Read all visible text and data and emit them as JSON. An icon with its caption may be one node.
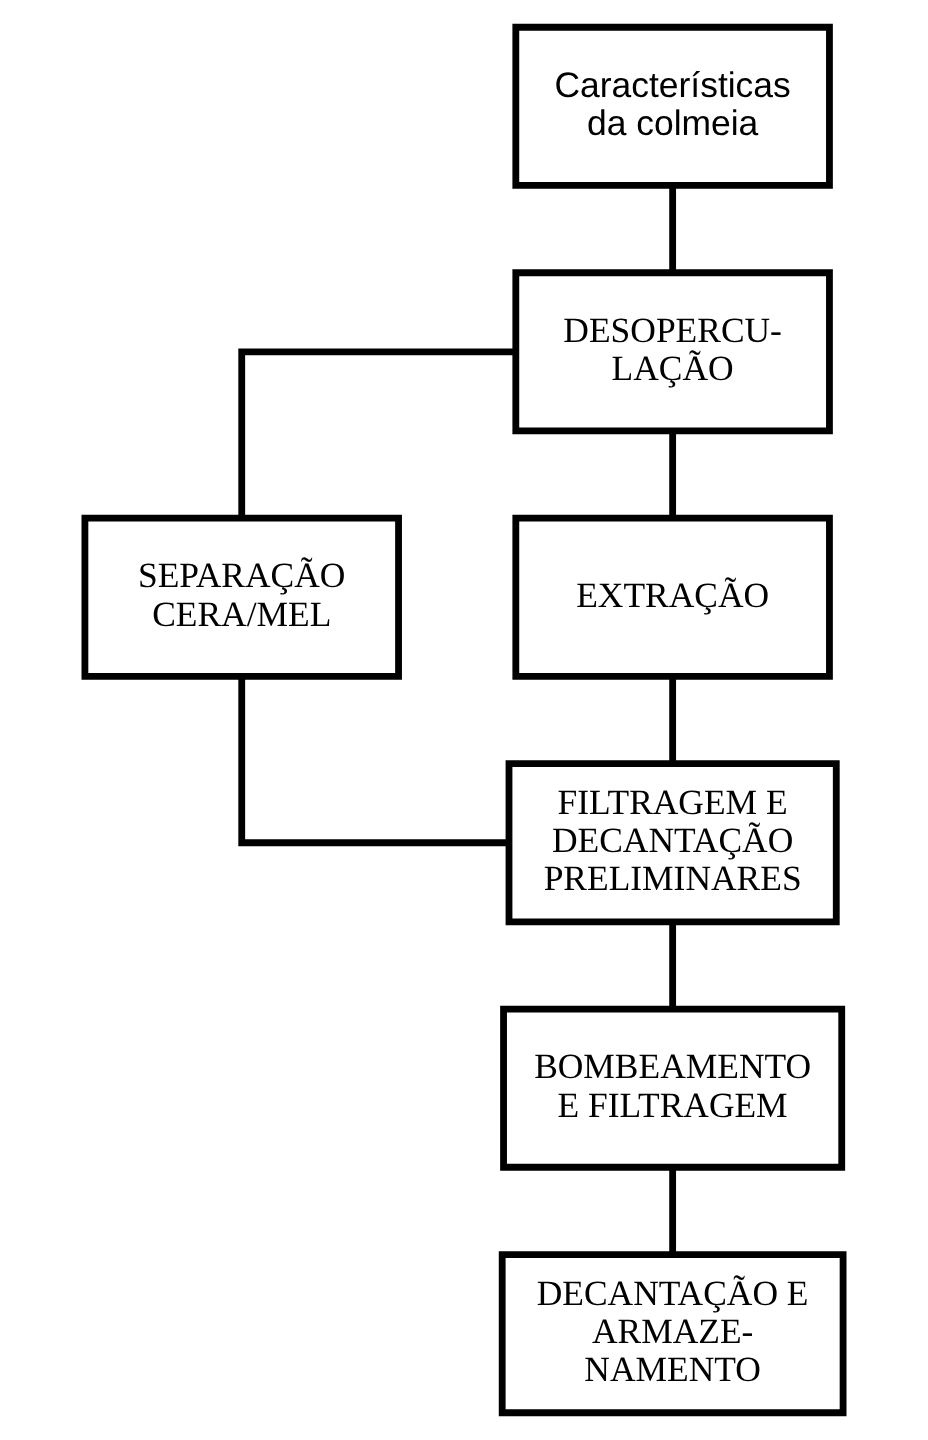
{
  "diagram": {
    "nodes": [
      {
        "text": [
          "Características da colmeia"
        ]
      },
      {
        "text": [
          "DESOPERCU- LAÇÃO"
        ]
      },
      {
        "text": [
          "SEPARAÇÃO CERA/MEL"
        ]
      },
      {
        "text": [
          "EXTRAÇÃO"
        ]
      },
      {
        "text": [
          "FILTRAGEM E DECANTAÇÃO PRELIMINARES"
        ]
      },
      {
        "text": [
          "BOMBEAMENTO E FILTRAGEM"
        ]
      },
      {
        "text": [
          "DECANTAÇÃO E ARMAZE- NAMENTO"
        ]
      }
    ],
    "edges": [
      {
        "from": 0,
        "to": 1,
        "arrow": "none"
      },
      {
        "from": 1,
        "to": 3,
        "arrow": "none"
      },
      {
        "from": 1,
        "to": 2,
        "arrow": "none"
      },
      {
        "from": 3,
        "to": 4,
        "arrow": "none"
      },
      {
        "from": 2,
        "to": 4,
        "arrow": "none"
      },
      {
        "from": 4,
        "to": 5,
        "arrow": "none"
      },
      {
        "from": 5,
        "to": 6,
        "arrow": "none"
      }
    ]
  }
}
